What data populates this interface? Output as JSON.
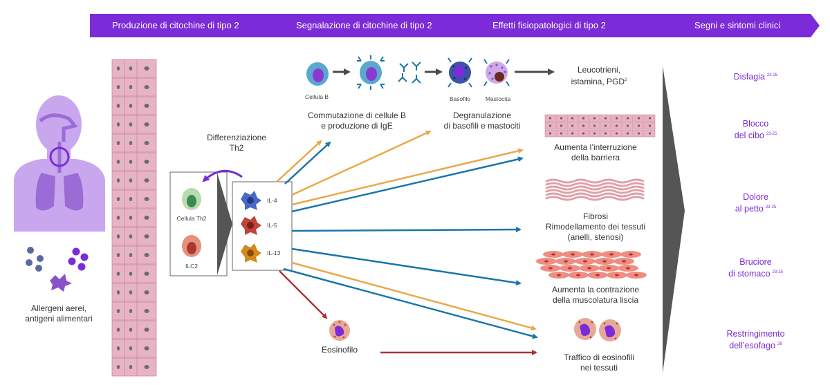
{
  "banner": {
    "stages": [
      "Produzione di citochine di tipo 2",
      "Segnalazione di citochine di tipo 2",
      "Effetti fisiopatologici di tipo 2",
      "Segni e sintomi clinici"
    ]
  },
  "left": {
    "allergens_label": [
      "Allergeni aerei,",
      "antigeni alimentari"
    ]
  },
  "differentiation": [
    "Differenziazione",
    "Th2"
  ],
  "cells": {
    "th2": "Cellula Th2",
    "ilc2": "ILC2",
    "b_cell": "Cellula B",
    "basophil": "Basofilo",
    "mast_cell": "Mastocita",
    "eosinophil": "Eosinofilo"
  },
  "cytokines": [
    "IL-4",
    "IL-5",
    "IL-13"
  ],
  "processes": {
    "b_switch": [
      "Commutazione di cellule B",
      "e produzione di IgE"
    ],
    "degranulation": [
      "Degranulazione",
      "di basofili e mastociti"
    ],
    "mediators": [
      "Leucotrieni,",
      "istamina, PGD"
    ],
    "mediators_sub": "2"
  },
  "effects": [
    {
      "lines": [
        "Aumenta l’interruzione",
        "della barriera"
      ]
    },
    {
      "lines": [
        "Fibrosi",
        "Rimodellamento dei tessuti",
        "(anelli, stenosi)"
      ]
    },
    {
      "lines": [
        "Aumenta la contrazione",
        "della muscolatura liscia"
      ]
    },
    {
      "lines": [
        "Traffico di eosinofili",
        "nei tessuti"
      ]
    }
  ],
  "symptoms": [
    {
      "lines": [
        "Disfagia"
      ],
      "ref": "23-25"
    },
    {
      "lines": [
        "Blocco",
        "del cibo"
      ],
      "ref": "23-25"
    },
    {
      "lines": [
        "Dolore",
        "al petto"
      ],
      "ref": "23-25"
    },
    {
      "lines": [
        "Bruciore",
        "di stomaco"
      ],
      "ref": "23-25"
    },
    {
      "lines": [
        "Restringimento",
        "dell’esofago"
      ],
      "ref": "26"
    }
  ],
  "colors": {
    "banner": "#7b2bd8",
    "arrow_orange": "#e9a84a",
    "arrow_blue": "#1a75a8",
    "arrow_red": "#a8323a",
    "body_purple": "#c9a7ee",
    "symptom_text": "#7b2bd8"
  }
}
